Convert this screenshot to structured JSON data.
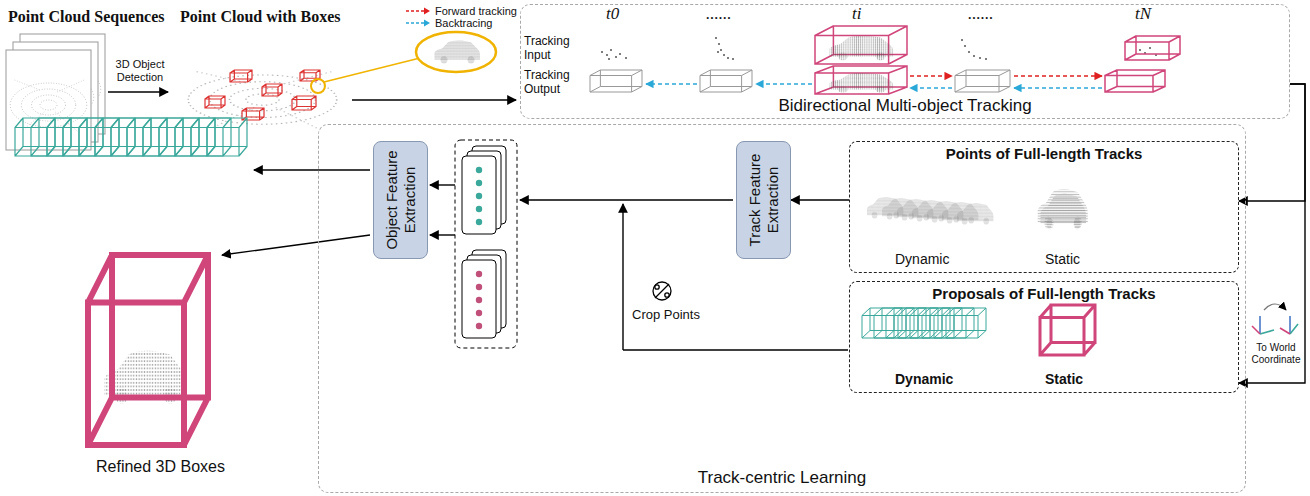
{
  "diagram": {
    "nodes": [
      {
        "text": [
          "Bidirectional Multi-object Tracking"
        ]
      },
      {
        "text": [
          "Track-centric Learning"
        ]
      },
      {
        "text": [
          "Points of Full-length Tracks",
          "Dynamic",
          "Static"
        ],
        "in": 1
      },
      {
        "text": [
          "Proposals of Full-length Tracks",
          "Dynamic",
          "Static"
        ],
        "in": 1
      },
      {
        "text": [
          "Track Feature Extraction"
        ],
        "in": 1
      },
      {
        "text": [
          "Object Feature Extraction"
        ],
        "in": 1
      }
    ],
    "edges": [
      {
        "from": 0,
        "to": 2,
        "arrow": "to"
      },
      {
        "from": 0,
        "to": 3,
        "arrow": "to"
      },
      {
        "from": 2,
        "to": 4,
        "arrow": "to"
      }
    ],
    "labels": [
      "Point Cloud Sequences",
      "3D Object Detection",
      "Point Cloud with Boxes",
      "t0",
      "......",
      "ti",
      "......",
      "tN",
      "Tracking Input",
      "Tracking Output",
      "Crop Points",
      "To World Coordinate",
      "Refined 3D Boxes"
    ],
    "legend": [
      {
        "text": "Forward tracking"
      },
      {
        "text": "Backtracing"
      }
    ]
  }
}
